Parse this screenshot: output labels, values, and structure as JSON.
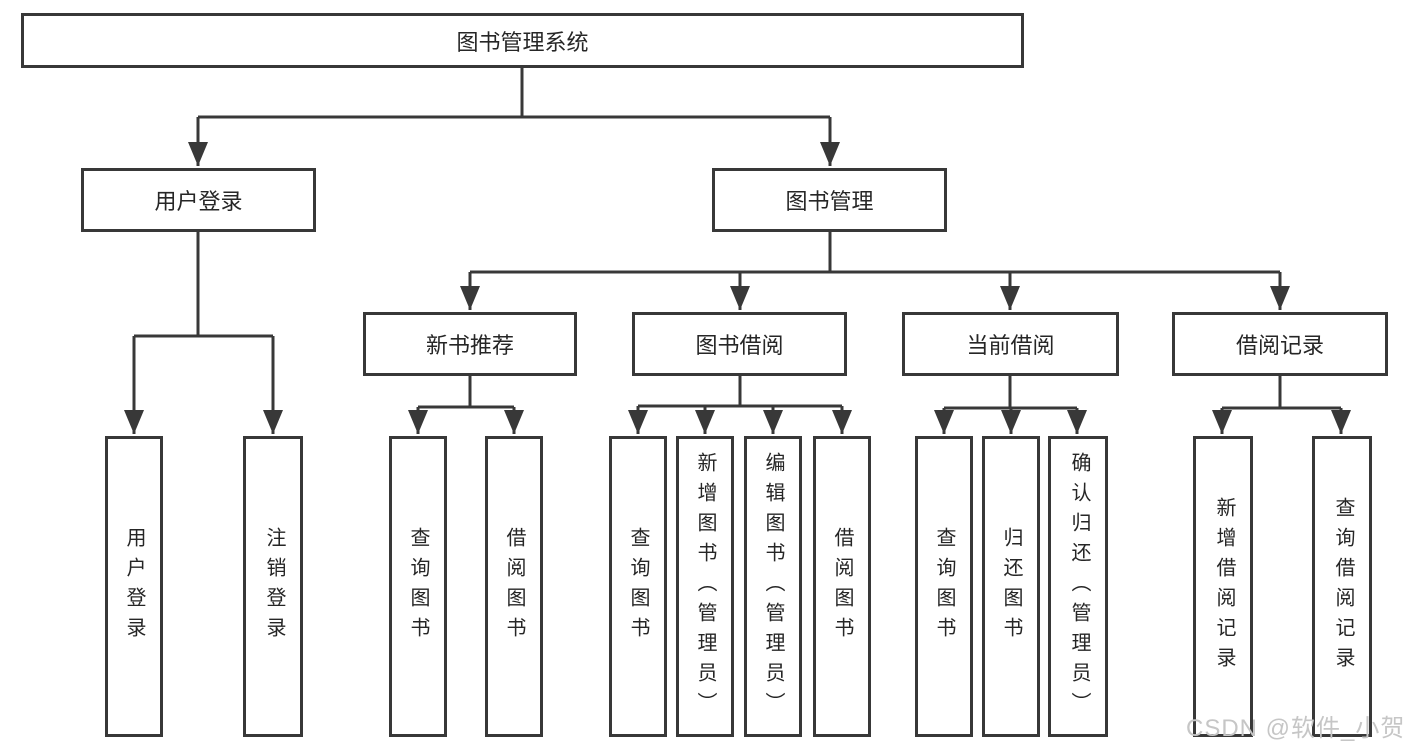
{
  "watermark": "CSDN @软件_小贺同学",
  "colors": {
    "line": "#383838",
    "text": "#262626",
    "watermark": "#c6c6c6",
    "background": "#ffffff"
  },
  "tree": {
    "label": "图书管理系统",
    "children": [
      {
        "label": "用户登录",
        "children": [
          {
            "label": "用户登录"
          },
          {
            "label": "注销登录"
          }
        ]
      },
      {
        "label": "图书管理",
        "children": [
          {
            "label": "新书推荐",
            "children": [
              {
                "label": "查询图书"
              },
              {
                "label": "借阅图书"
              }
            ]
          },
          {
            "label": "图书借阅",
            "children": [
              {
                "label": "查询图书"
              },
              {
                "label": "新增图书（管理员）"
              },
              {
                "label": "编辑图书（管理员）"
              },
              {
                "label": "借阅图书"
              }
            ]
          },
          {
            "label": "当前借阅",
            "children": [
              {
                "label": "查询图书"
              },
              {
                "label": "归还图书"
              },
              {
                "label": "确认归还（管理员）"
              }
            ]
          },
          {
            "label": "借阅记录",
            "children": [
              {
                "label": "新增借阅记录"
              },
              {
                "label": "查询借阅记录"
              }
            ]
          }
        ]
      }
    ]
  }
}
